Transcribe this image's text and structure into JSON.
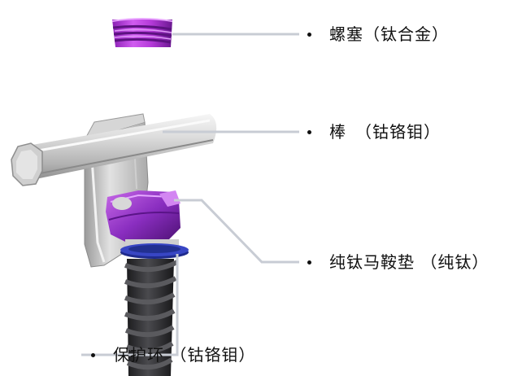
{
  "labels": {
    "set_screw": "螺塞（钛合金）",
    "rod": "棒　（钴铬钼）",
    "saddle": "纯钛马鞍垫 （纯钛）",
    "protective_ring": "保护环 （钴铬钼）"
  },
  "colors": {
    "leader_line": "#c8ccd4",
    "screw_purple": "#b43ad8",
    "screw_purple_dark": "#6a1890",
    "ring_blue": "#2c3aa8",
    "shank_dark": "#2e2e30",
    "metal_light": "#e6e6e6",
    "metal_mid": "#b8b8b8",
    "metal_dark": "#8a8a8a"
  }
}
